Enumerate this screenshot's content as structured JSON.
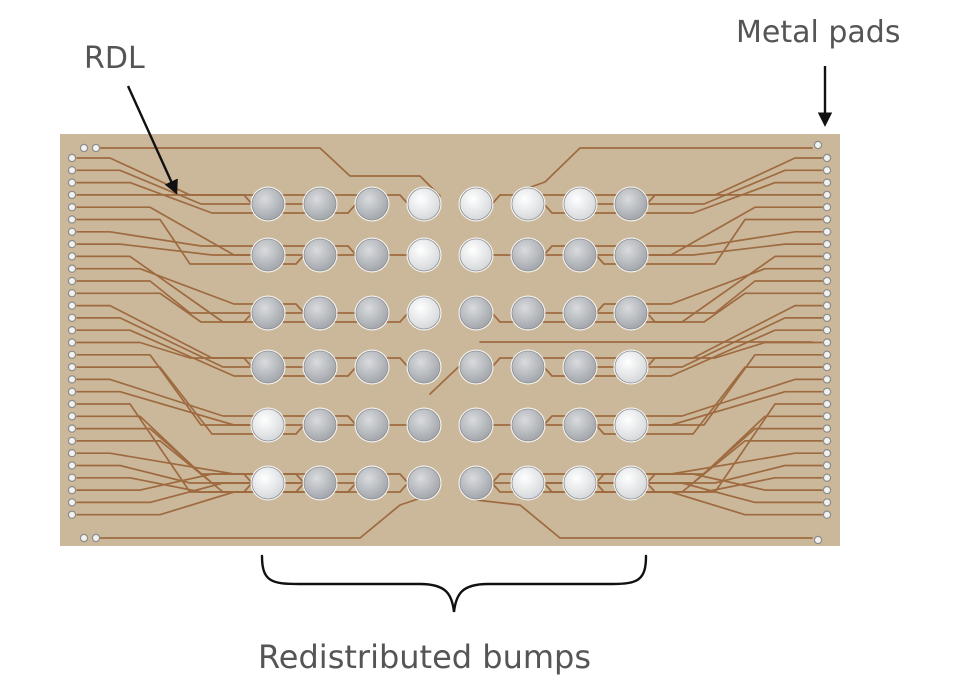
{
  "labels": {
    "rdl": "RDL",
    "metal_pads": "Metal pads",
    "redistributed_bumps": "Redistributed bumps"
  },
  "colors": {
    "substrate": "#cbb89a",
    "trace": "#9e6a40",
    "pad_fill": "#f1f1ef",
    "pad_stroke": "#8c8c8c",
    "bump_light": "#e6e8ea",
    "bump_dark": "#b9bcc0",
    "bump_rim": "#f7f7f7",
    "label": "#555555",
    "arrow": "#111111"
  },
  "bump_grid": {
    "rows": 6,
    "cols": 8,
    "shade_map": [
      "dddlllld",
      "dddllddd",
      "dddldddd",
      "dddddddl",
      "lddddddl",
      "lddddlll"
    ]
  },
  "metal_pads": {
    "left_count": 30,
    "right_count": 30
  }
}
